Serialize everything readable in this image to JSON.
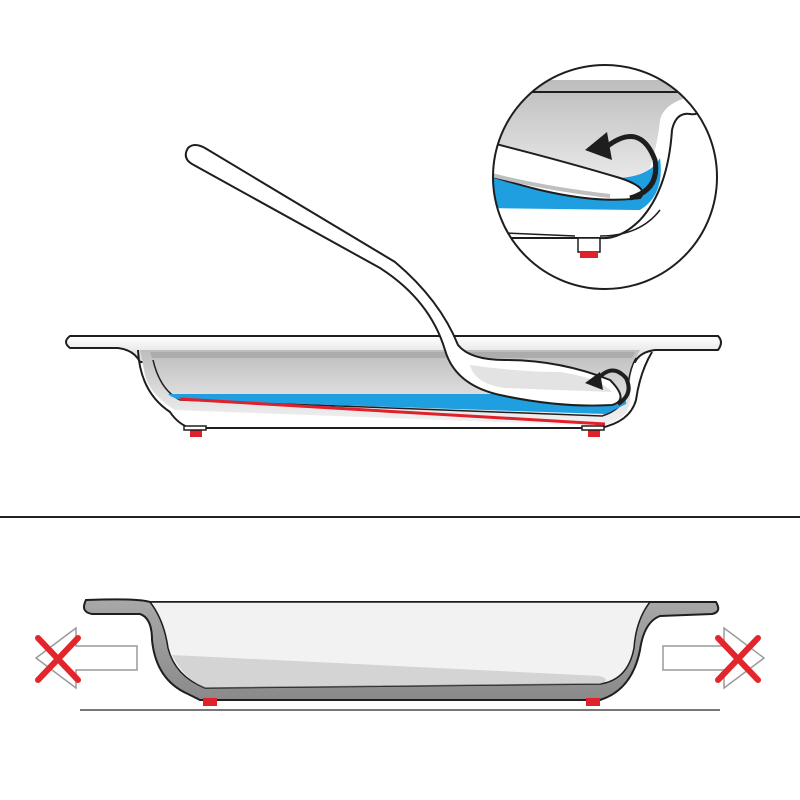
{
  "colors": {
    "background": "#ffffff",
    "outline": "#1e1e1e",
    "metal_light": "#f2f2f2",
    "metal_shade": "#cfcfcf",
    "metal_dark": "#9a9a9a",
    "liquid": "#1f9fe0",
    "foot": "#e0202a",
    "cross": "#e3262c",
    "divider": "#222222"
  },
  "panels": [
    {
      "name": "top-panel",
      "depicts": [
        "tilted-pan",
        "ladle",
        "liquid",
        "stir-arrow",
        "magnifier-inset"
      ]
    },
    {
      "name": "bottom-panel",
      "depicts": [
        "pan-cross-section",
        "blocked-arrow-left",
        "blocked-arrow-right",
        "ground-line"
      ]
    }
  ],
  "icons": [
    "curved-arrow-icon",
    "cross-mark-icon",
    "arrow-outline-icon"
  ]
}
